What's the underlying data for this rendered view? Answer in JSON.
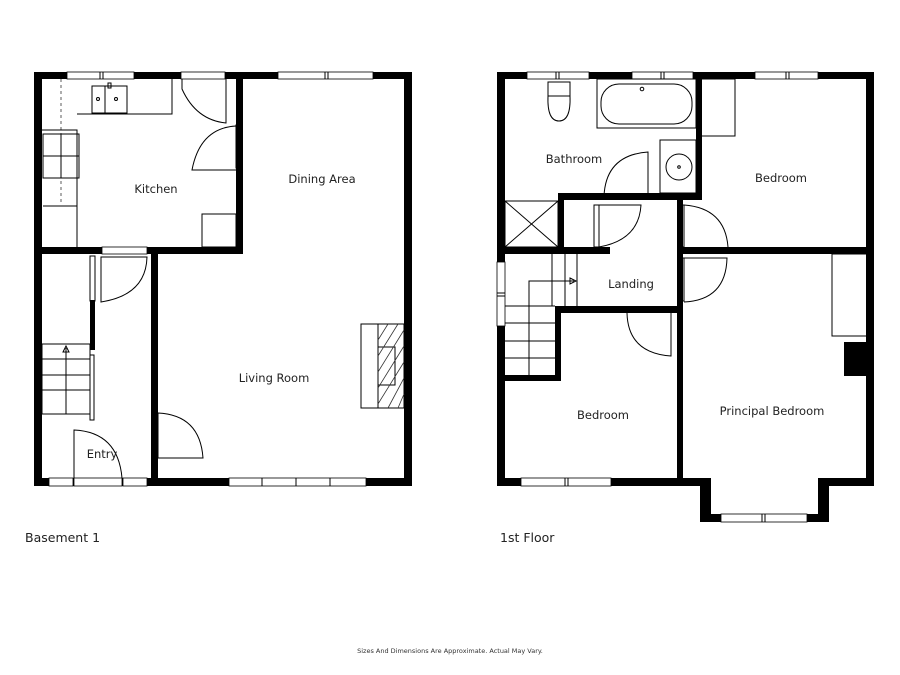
{
  "floors": [
    {
      "label": "Basement 1",
      "rooms": [
        {
          "name": "Kitchen"
        },
        {
          "name": "Dining Area"
        },
        {
          "name": "Living Room"
        },
        {
          "name": "Entry"
        }
      ]
    },
    {
      "label": "1st Floor",
      "rooms": [
        {
          "name": "Bathroom"
        },
        {
          "name": "Bedroom"
        },
        {
          "name": "Landing"
        },
        {
          "name": "Bedroom"
        },
        {
          "name": "Principal Bedroom"
        }
      ]
    }
  ],
  "disclaimer": "Sizes And Dimensions Are Approximate. Actual May Vary.",
  "colors": {
    "wall": "#000000",
    "background": "#ffffff",
    "text": "#222222"
  }
}
